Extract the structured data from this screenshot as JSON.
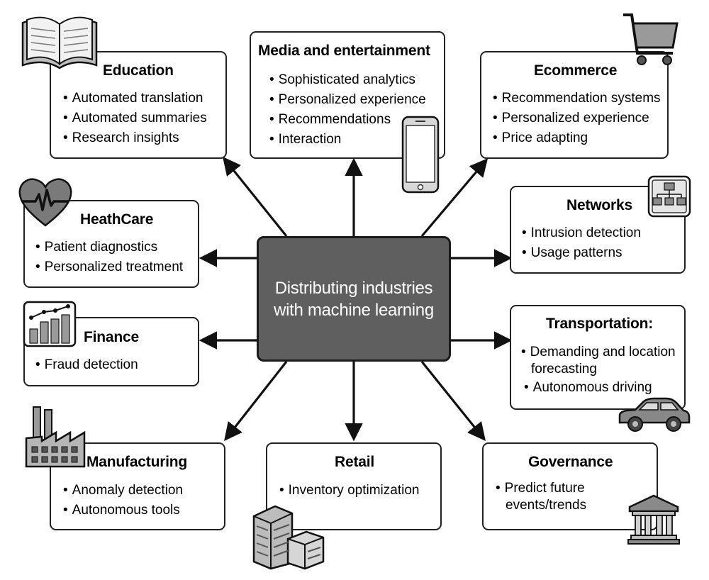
{
  "center": {
    "line1": "Distributing industries",
    "line2": "with machine learning"
  },
  "boxes": {
    "education": {
      "title": "Education",
      "items": [
        "Automated translation",
        "Automated summaries",
        "Research insights"
      ]
    },
    "media": {
      "title": "Media and entertainment",
      "items": [
        "Sophisticated analytics",
        "Personalized experience",
        "Recommendations",
        "Interaction"
      ]
    },
    "ecommerce": {
      "title": "Ecommerce",
      "items": [
        "Recommendation systems",
        "Personalized experience",
        "Price adapting"
      ]
    },
    "healthcare": {
      "title": "HeathCare",
      "items": [
        "Patient diagnostics",
        "Personalized treatment"
      ]
    },
    "networks": {
      "title": "Networks",
      "items": [
        "Intrusion detection",
        "Usage patterns"
      ]
    },
    "finance": {
      "title": "Finance",
      "items": [
        "Fraud detection"
      ]
    },
    "transportation": {
      "title": "Transportation:",
      "items": [
        "Demanding and location forecasting",
        "Autonomous driving"
      ]
    },
    "manufacturing": {
      "title": "Manufacturing",
      "items": [
        "Anomaly detection",
        "Autonomous tools"
      ]
    },
    "retail": {
      "title": "Retail",
      "items": [
        "Inventory optimization"
      ]
    },
    "governance": {
      "title": "Governance",
      "items": [
        "Predict future events/trends"
      ]
    }
  },
  "icons": [
    "book-icon",
    "smartphone-icon",
    "shopping-cart-icon",
    "heart-pulse-icon",
    "network-icon",
    "bar-chart-icon",
    "car-icon",
    "factory-icon",
    "building-icon",
    "government-building-icon"
  ],
  "colors": {
    "center_fill": "#5f5f5f",
    "border": "#222222",
    "icon_gray": "#9a9a9a"
  }
}
